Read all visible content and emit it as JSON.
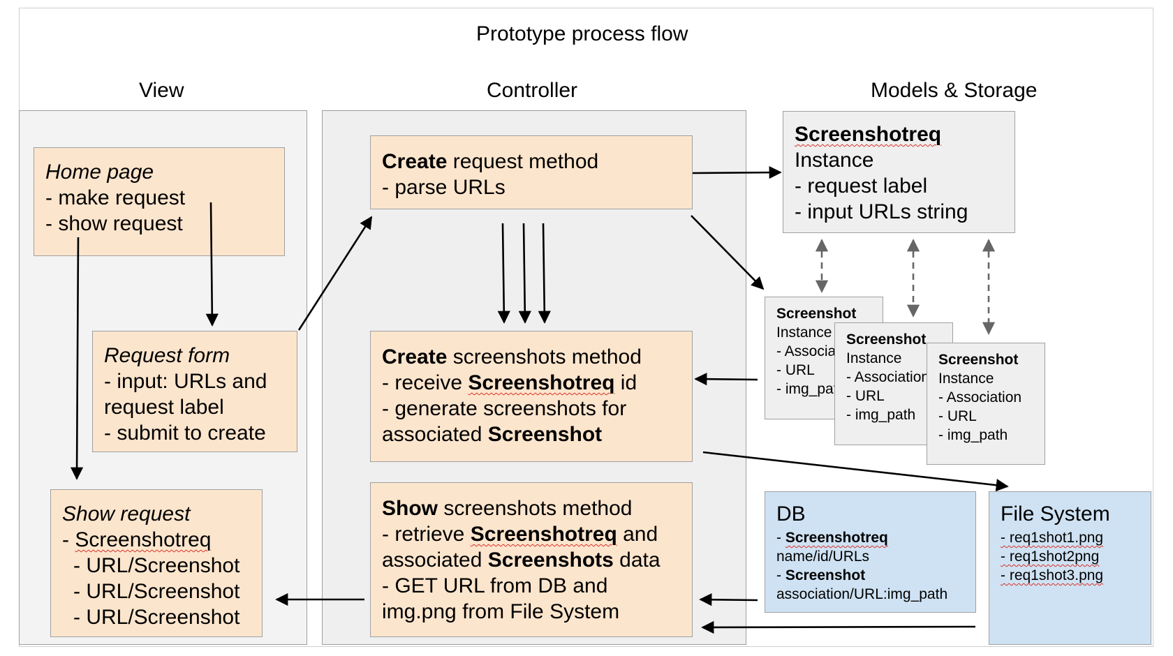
{
  "title": "Prototype process flow",
  "columns": {
    "view": "View",
    "controller": "Controller",
    "models": "Models & Storage"
  },
  "view": {
    "home": {
      "title": "Home page",
      "lines": [
        "- make request",
        "- show request"
      ]
    },
    "request_form": {
      "title": "Request form",
      "lines": [
        "- input: URLs and",
        "request label",
        "- submit to create"
      ]
    },
    "show_request": {
      "title": "Show request",
      "line1_prefix": "- ",
      "line1_word": "Screenshotreq",
      "lines": [
        "- URL/Screenshot",
        "- URL/Screenshot",
        "- URL/Screenshot"
      ]
    }
  },
  "controller": {
    "create_request": {
      "bold": "Create",
      "rest": " request method",
      "lines": [
        "- parse URLs"
      ]
    },
    "create_screenshots": {
      "bold": "Create",
      "rest": " screenshots method",
      "l2_pre": "- receive ",
      "l2_bold": "Screenshotreq",
      "l2_post": " id",
      "l3": "- generate screenshots for",
      "l4_pre": "associated ",
      "l4_bold": "Screenshot"
    },
    "show_screenshots": {
      "bold": "Show",
      "rest": " screenshots method",
      "l2_pre": "- retrieve ",
      "l2_bold": "Screenshotreq",
      "l2_post": " and",
      "l3_pre": "associated ",
      "l3_bold": "Screenshots",
      "l3_post": " data",
      "l4": "- GET URL from DB and",
      "l5": "img.png from File System"
    }
  },
  "models": {
    "screenshotreq": {
      "title": "Screenshotreq",
      "lines": [
        "Instance",
        "- request label",
        "- input URLs string"
      ]
    },
    "screenshot_cards": [
      {
        "title": "Screenshot",
        "lines": [
          "Instance",
          "- Association",
          "- URL",
          "- img_path"
        ]
      },
      {
        "title": "Screenshot",
        "lines": [
          "Instance",
          "- Association",
          "- URL",
          "- img_path"
        ]
      },
      {
        "title": "Screenshot",
        "lines": [
          "Instance",
          "- Association",
          "- URL",
          "- img_path"
        ]
      }
    ],
    "db": {
      "title": "DB",
      "l1_pre": "- ",
      "l1_bold": "Screenshotreq",
      "l2": "name/id/URLs",
      "l3_pre": "- ",
      "l3_bold": "Screenshot",
      "l4": "association/URL:img_path"
    },
    "fs": {
      "title": "File System",
      "lines": [
        "- req1shot1.png",
        "- req1shot2png",
        "- req1shot3.png"
      ]
    }
  },
  "colors": {
    "orange_box": "#fce5cd",
    "grey_box": "#efefef",
    "blue_box": "#cfe2f3",
    "column_bg": "#f3f3f3",
    "arrow": "#000000",
    "dashed_arrow": "#666666"
  }
}
